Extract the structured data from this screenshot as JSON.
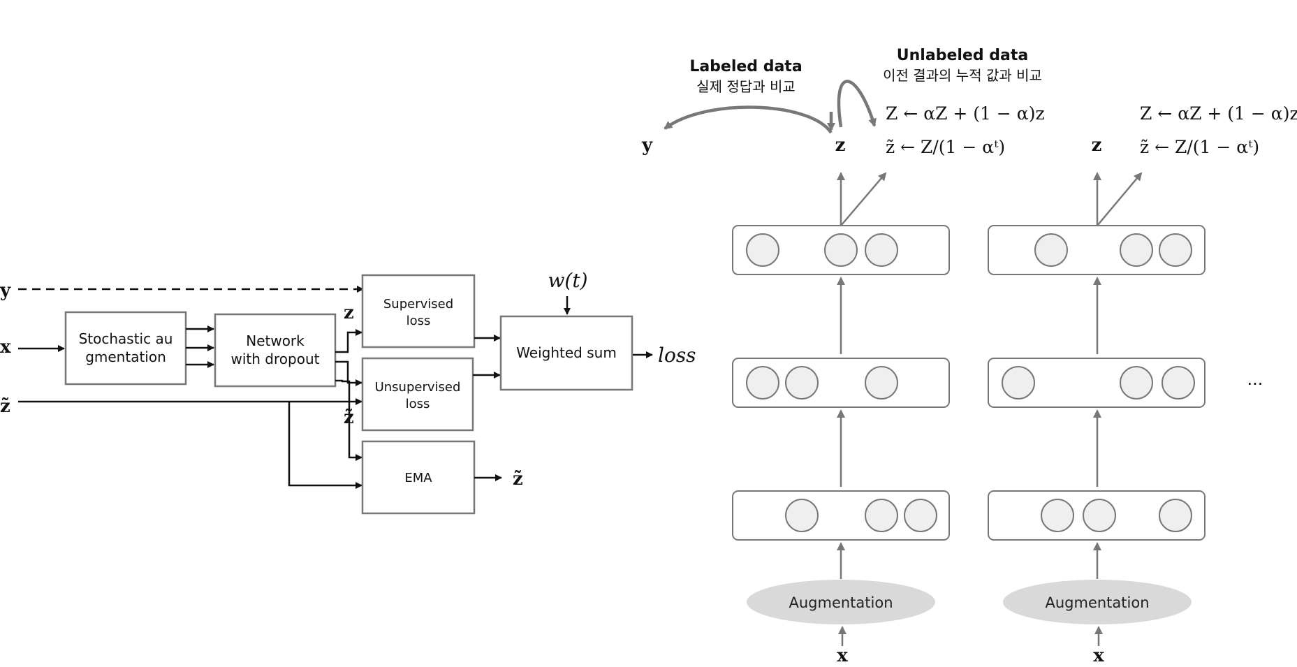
{
  "left": {
    "inputs": {
      "y": "y",
      "x": "x",
      "z_tilde": "z̃"
    },
    "boxes": {
      "augmentation": [
        "Stochastic au",
        "gmentation"
      ],
      "network": [
        "Network",
        "with dropout"
      ],
      "supervised": [
        "Supervised",
        "loss"
      ],
      "unsupervised": [
        "Unsupervised",
        "loss"
      ],
      "ema": "EMA",
      "weighted_sum": "Weighted sum"
    },
    "labels": {
      "z": "z",
      "z_tilde_mid": "z̃",
      "ema_out": "z̃",
      "weight": "w(t)",
      "loss": "loss"
    }
  },
  "right": {
    "labeled": {
      "title": "Labeled data",
      "desc": "실제 정답과 비교"
    },
    "unlabeled": {
      "title": "Unlabeled data",
      "desc": "이전 결과의 누적 값과 비교"
    },
    "y": "y",
    "columns": [
      {
        "z": "z",
        "formula1": "Z ← αZ + (1 − α)z",
        "formula2": "z̃ ← Z/(1 − αᵗ)",
        "aug": "Augmentation",
        "x": "x"
      },
      {
        "z": "z",
        "formula1": "Z ← αZ + (1 − α)z",
        "formula2": "z̃ ← Z/(1 − αᵗ)",
        "aug": "Augmentation",
        "x": "x"
      }
    ],
    "ellipsis": "···"
  }
}
